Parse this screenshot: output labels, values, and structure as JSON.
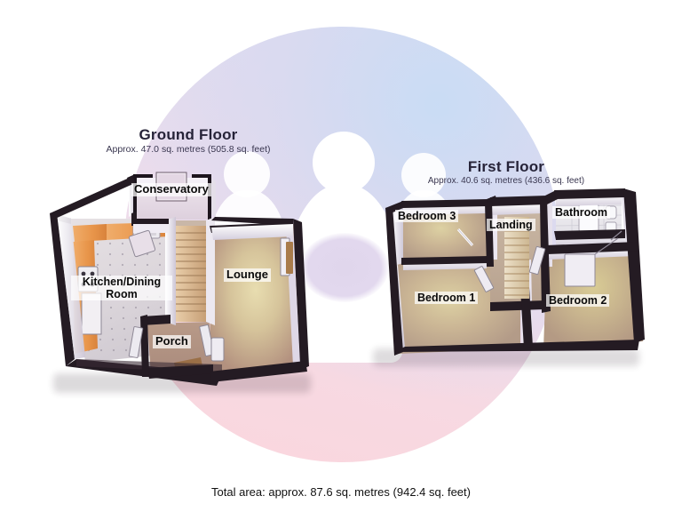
{
  "document": {
    "type": "floorplan",
    "total_area_text": "Total area: approx. 87.6 sq. metres (942.4 sq. feet)",
    "background": {
      "circle_gradient_from": "#dcdff2",
      "circle_gradient_to": "#fbd6dd",
      "watermark": "family-silhouette",
      "page_background": "#ffffff"
    }
  },
  "floors": [
    {
      "id": "ground",
      "title": "Ground Floor",
      "subtitle": "Approx. 47.0 sq. metres (505.8 sq. feet)",
      "area_metres": "47.0",
      "area_feet": "505.8",
      "rooms": [
        {
          "name": "Conservatory",
          "label": "Conservatory"
        },
        {
          "name": "Kitchen/Dining Room",
          "label_line1": "Kitchen/Dining",
          "label_line2": "Room"
        },
        {
          "name": "Lounge",
          "label": "Lounge"
        },
        {
          "name": "Porch",
          "label": "Porch"
        }
      ]
    },
    {
      "id": "first",
      "title": "First Floor",
      "subtitle": "Approx. 40.6 sq. metres (436.6 sq. feet)",
      "area_metres": "40.6",
      "area_feet": "436.6",
      "rooms": [
        {
          "name": "Bedroom 3",
          "label": "Bedroom 3"
        },
        {
          "name": "Landing",
          "label": "Landing"
        },
        {
          "name": "Bathroom",
          "label": "Bathroom"
        },
        {
          "name": "Bedroom 1",
          "label": "Bedroom 1"
        },
        {
          "name": "Bedroom 2",
          "label": "Bedroom 2"
        }
      ]
    }
  ],
  "palette": {
    "wall_dark": "#231a22",
    "wall_light": "#f3eff6",
    "floor_kitchen": "#ded8dd",
    "floor_lounge": "#b79886",
    "floor_lounge_highlight": "#e3d8a9",
    "floor_bedroom": "#bda68e",
    "floor_bedroom_highlight": "#d9cb96",
    "kitchen_units": "#e8954a",
    "conservatory_floor": "#e0d2dd",
    "stairs": "#d8b994",
    "label_text": "#0b0b0b",
    "title_text": "#262338"
  }
}
